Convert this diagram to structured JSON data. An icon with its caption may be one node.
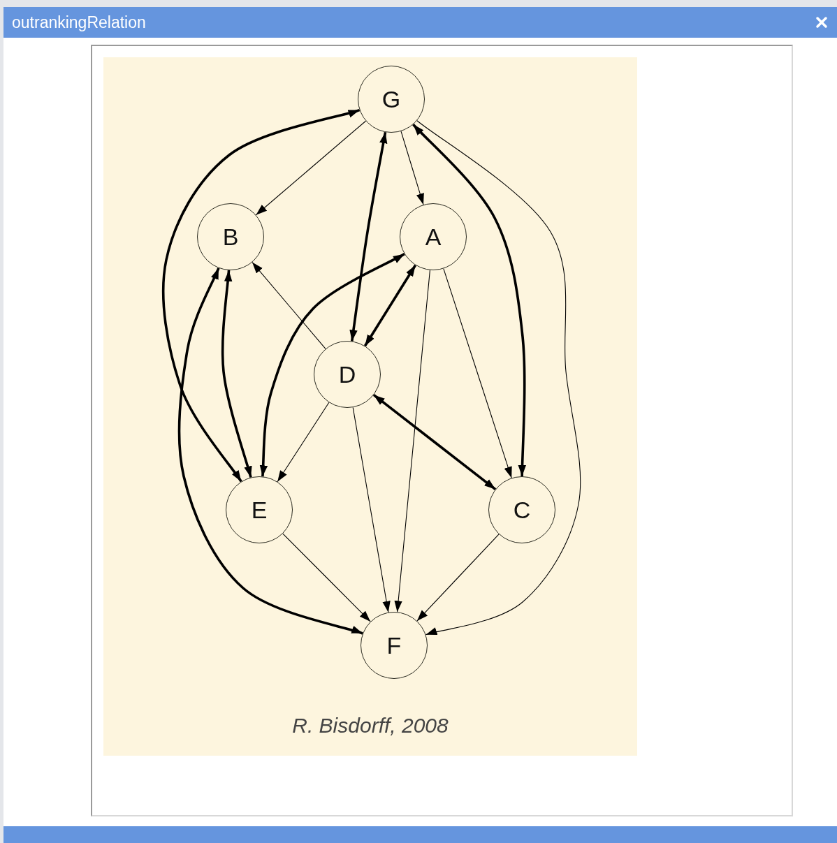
{
  "diagram": {
    "title": "outrankingRelation",
    "caption": "R. Bisdorff, 2008",
    "nodes": [
      {
        "text": [
          "G"
        ]
      },
      {
        "text": [
          "B"
        ]
      },
      {
        "text": [
          "A"
        ]
      },
      {
        "text": [
          "D"
        ]
      },
      {
        "text": [
          "E"
        ]
      },
      {
        "text": [
          "C"
        ]
      },
      {
        "text": [
          "F"
        ]
      }
    ],
    "edges": [
      {
        "from": 0,
        "to": 1,
        "arrow": "to"
      },
      {
        "from": 0,
        "to": 2,
        "arrow": "to"
      },
      {
        "from": 0,
        "to": 3,
        "arrow": "both",
        "style": "thick"
      },
      {
        "from": 0,
        "to": 5,
        "arrow": "both",
        "style": "thick"
      },
      {
        "from": 0,
        "to": 6,
        "arrow": "to"
      },
      {
        "from": 0,
        "to": 4,
        "arrow": "both",
        "style": "thick"
      },
      {
        "from": 1,
        "to": 4,
        "arrow": "both",
        "style": "thick"
      },
      {
        "from": 1,
        "to": 6,
        "arrow": "both",
        "style": "thick"
      },
      {
        "from": 3,
        "to": 1,
        "arrow": "to"
      },
      {
        "from": 2,
        "to": 3,
        "arrow": "both",
        "style": "thick"
      },
      {
        "from": 2,
        "to": 4,
        "arrow": "both",
        "style": "thick"
      },
      {
        "from": 2,
        "to": 6,
        "arrow": "to"
      },
      {
        "from": 2,
        "to": 5,
        "arrow": "to"
      },
      {
        "from": 3,
        "to": 4,
        "arrow": "to"
      },
      {
        "from": 3,
        "to": 6,
        "arrow": "to"
      },
      {
        "from": 3,
        "to": 5,
        "arrow": "both",
        "style": "thick"
      },
      {
        "from": 4,
        "to": 6,
        "arrow": "to"
      },
      {
        "from": 5,
        "to": 6,
        "arrow": "to"
      }
    ]
  }
}
